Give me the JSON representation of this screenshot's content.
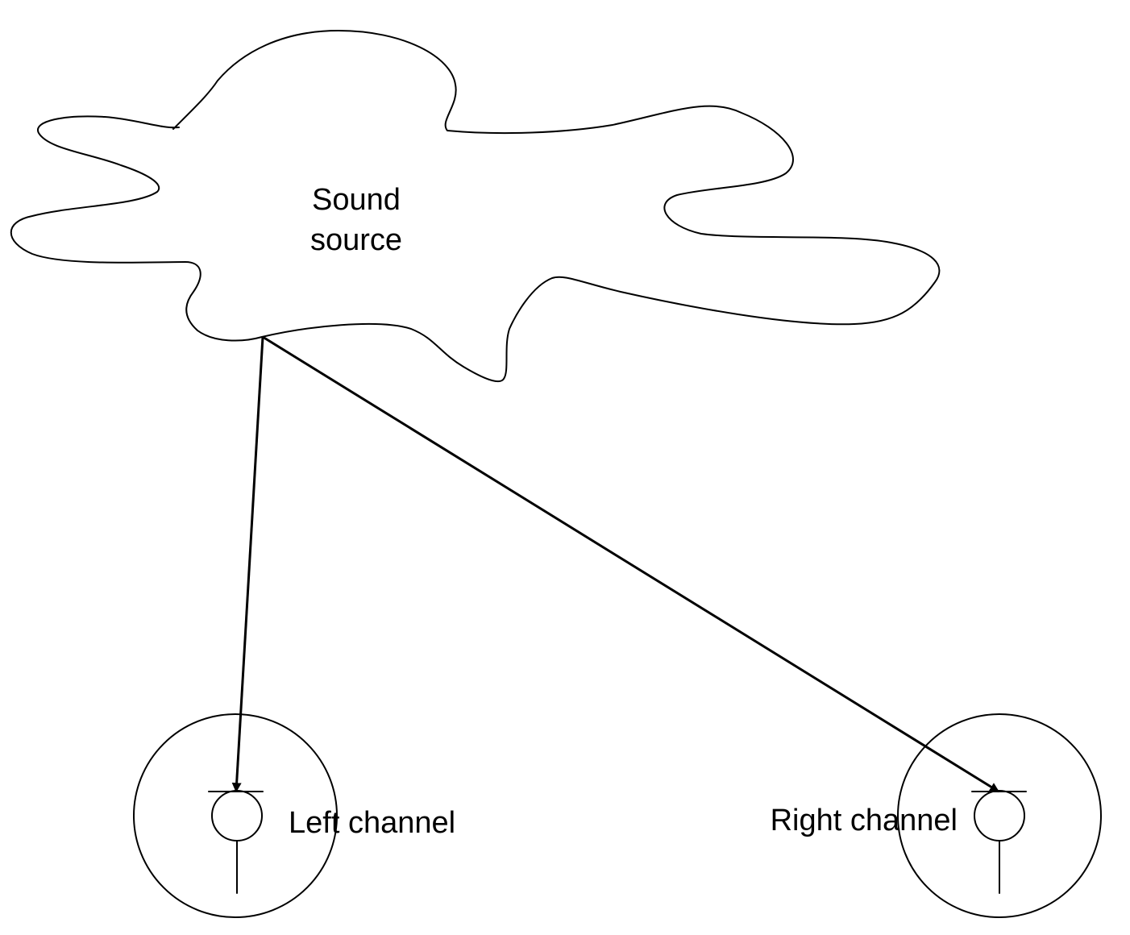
{
  "source": {
    "label_line1": "Sound",
    "label_line2": "source"
  },
  "left_mic": {
    "label": "Left channel"
  },
  "right_mic": {
    "label": "Right channel"
  },
  "colors": {
    "stroke": "#000000",
    "background": "#ffffff"
  }
}
